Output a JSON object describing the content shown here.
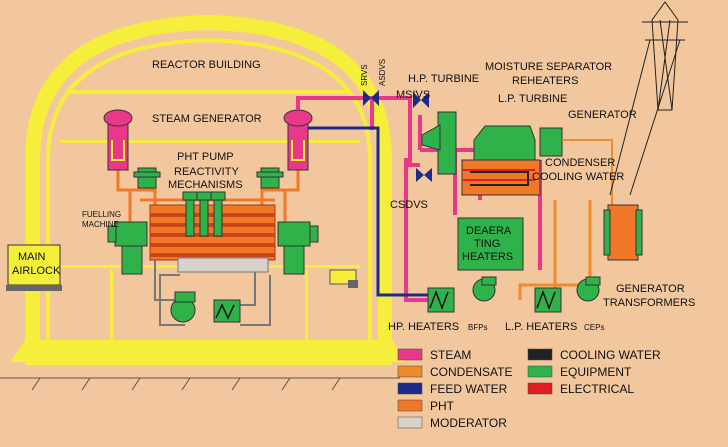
{
  "labels": {
    "reactor_building": "REACTOR BUILDING",
    "steam_generator": "STEAM GENERATOR",
    "pht_pump": "PHT PUMP",
    "reactivity": "REACTIVITY",
    "mechanisms": "MECHANISMS",
    "fuelling": "FUELLING",
    "machine": "MACHINE",
    "main": "MAIN",
    "airlock": "AIRLOCK",
    "srvs": "SRVS",
    "asdvs": "ASDVS",
    "msivs": "MSIVS",
    "hp_turbine": "H.P. TURBINE",
    "moisture_separator": "MOISTURE SEPARATOR",
    "reheaters": "REHEATERS",
    "lp_turbine": "L.P. TURBINE",
    "generator": "GENERATOR",
    "condenser": "CONDENSER",
    "cooling_water": "COOLING WATER",
    "csdvs": "CSDVS",
    "deaera": "DEAERA",
    "ting": "TING",
    "heaters": "HEATERS",
    "hp_heaters": "HP. HEATERS",
    "bfps": "BFPs",
    "lp_heaters": "L.P. HEATERS",
    "ceps": "CEPs",
    "generator2": "GENERATOR",
    "transformers": "TRANSFORMERS"
  },
  "legend": [
    {
      "label": "STEAM",
      "color": "#e8388a"
    },
    {
      "label": "CONDENSATE",
      "color": "#f08a2a"
    },
    {
      "label": "FEED WATER",
      "color": "#1c2a8a"
    },
    {
      "label": "PHT",
      "color": "#f07828"
    },
    {
      "label": "MODERATOR",
      "color": "#d9d2cc"
    },
    {
      "label": "COOLING WATER",
      "color": "#222222"
    },
    {
      "label": "EQUIPMENT",
      "color": "#2fb24a"
    },
    {
      "label": "ELECTRICAL",
      "color": "#e02020"
    }
  ],
  "colors": {
    "background": "#f3c79e",
    "building": "#f5ee3a",
    "steam": "#e8388a",
    "feedwater": "#1c2a8a",
    "pht": "#f07828",
    "equipment": "#2fb24a",
    "electrical": "#e02020"
  }
}
